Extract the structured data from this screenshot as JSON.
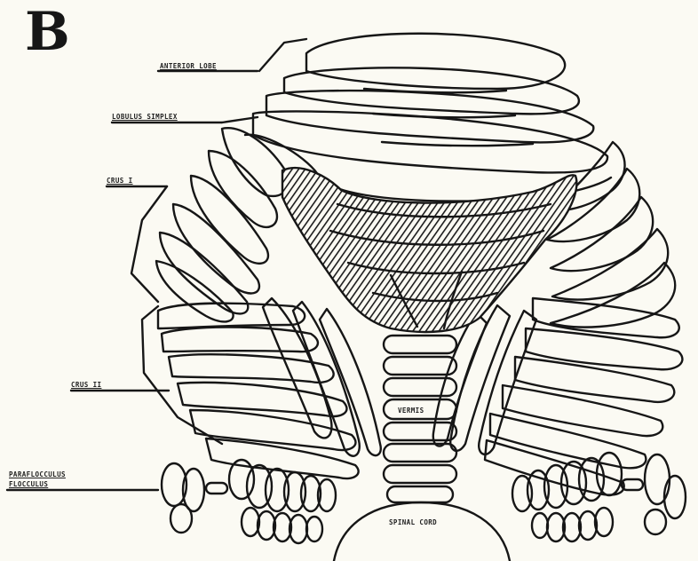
{
  "panel": {
    "letter": "B"
  },
  "labels": {
    "anterior_lobe": "ANTERIOR LOBE",
    "simplex_lobule": "LOBULUS SIMPLEX",
    "crus_i": "CRUS I",
    "crus_ii": "CRUS II",
    "paraflocculus_flocculus_line1": "PARAFLOCCULUS",
    "paraflocculus_flocculus_line2": "FLOCCULUS",
    "vermis": "VERMIS",
    "spinal_cord": "SPINAL CORD"
  },
  "colors": {
    "background": "#fbfaf3",
    "ink": "#161616",
    "hatch": "#1c1c1c"
  }
}
